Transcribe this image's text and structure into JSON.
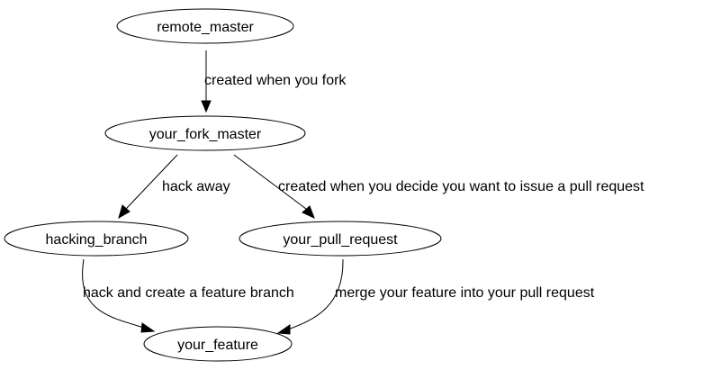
{
  "diagram": {
    "nodes": [
      {
        "id": "remote_master",
        "label": "remote_master"
      },
      {
        "id": "your_fork_master",
        "label": "your_fork_master"
      },
      {
        "id": "hacking_branch",
        "label": "hacking_branch"
      },
      {
        "id": "your_pull_request",
        "label": "your_pull_request"
      },
      {
        "id": "your_feature",
        "label": "your_feature"
      }
    ],
    "edges": [
      {
        "from": "remote_master",
        "to": "your_fork_master",
        "label": "created when you fork"
      },
      {
        "from": "your_fork_master",
        "to": "hacking_branch",
        "label": "hack away"
      },
      {
        "from": "your_fork_master",
        "to": "your_pull_request",
        "label": "created when you decide you want to issue a  pull request"
      },
      {
        "from": "hacking_branch",
        "to": "your_feature",
        "label": "hack and create a feature branch"
      },
      {
        "from": "your_pull_request",
        "to": "your_feature",
        "label": "merge your feature into your pull request"
      }
    ]
  }
}
